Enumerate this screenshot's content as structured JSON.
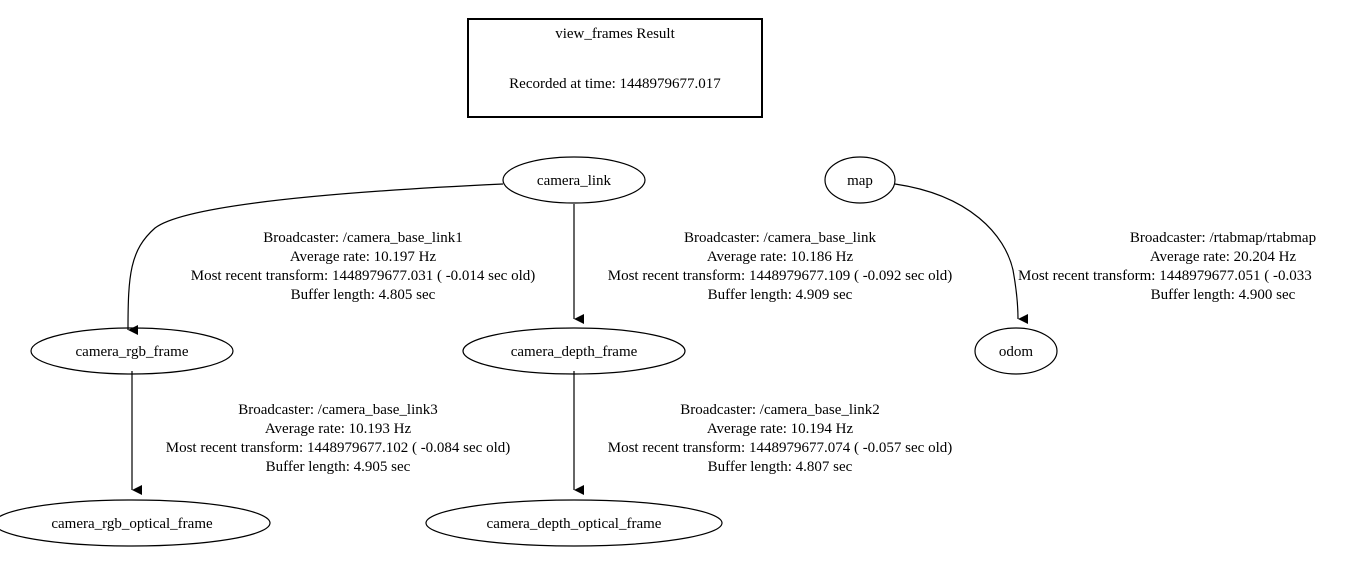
{
  "header": {
    "title": "view_frames Result",
    "recorded": "Recorded at time: 1448979677.017"
  },
  "nodes": {
    "camera_link": "camera_link",
    "map": "map",
    "camera_rgb_frame": "camera_rgb_frame",
    "camera_depth_frame": "camera_depth_frame",
    "odom": "odom",
    "camera_rgb_optical_frame": "camera_rgb_optical_frame",
    "camera_depth_optical_frame": "camera_depth_optical_frame"
  },
  "edges": {
    "link_to_rgb": {
      "broadcaster": "Broadcaster: /camera_base_link1",
      "rate": "Average rate: 10.197 Hz",
      "recent": "Most recent transform: 1448979677.031 ( -0.014 sec old)",
      "buffer": "Buffer length: 4.805 sec"
    },
    "link_to_depth": {
      "broadcaster": "Broadcaster: /camera_base_link",
      "rate": "Average rate: 10.186 Hz",
      "recent": "Most recent transform: 1448979677.109 ( -0.092 sec old)",
      "buffer": "Buffer length: 4.909 sec"
    },
    "map_to_odom": {
      "broadcaster": "Broadcaster: /rtabmap/rtabmap",
      "rate": "Average rate: 20.204 Hz",
      "recent": "Most recent transform: 1448979677.051 ( -0.033",
      "buffer": "Buffer length: 4.900 sec"
    },
    "rgb_to_optical": {
      "broadcaster": "Broadcaster: /camera_base_link3",
      "rate": "Average rate: 10.193 Hz",
      "recent": "Most recent transform: 1448979677.102 ( -0.084 sec old)",
      "buffer": "Buffer length: 4.905 sec"
    },
    "depth_to_optical": {
      "broadcaster": "Broadcaster: /camera_base_link2",
      "rate": "Average rate: 10.194 Hz",
      "recent": "Most recent transform: 1448979677.074 ( -0.057 sec old)",
      "buffer": "Buffer length: 4.807 sec"
    }
  }
}
